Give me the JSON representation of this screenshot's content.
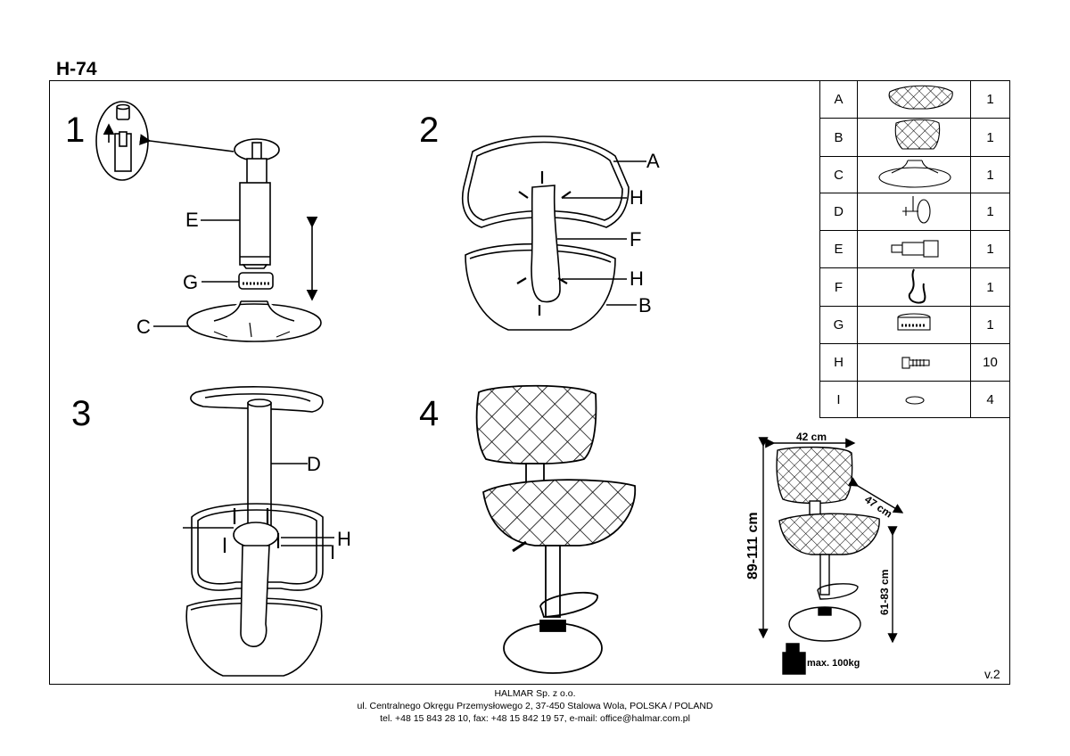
{
  "model": "H-74",
  "version": "v.2",
  "steps": [
    "1",
    "2",
    "3",
    "4"
  ],
  "callouts": {
    "step1": {
      "e": "E",
      "g": "G",
      "c": "C"
    },
    "step2": {
      "a": "A",
      "h1": "H",
      "f": "F",
      "h2": "H",
      "b": "B"
    },
    "step3": {
      "d": "D",
      "h": "H",
      "i": "I"
    }
  },
  "parts": [
    {
      "letter": "A",
      "icon": "seat-icon",
      "qty": "1"
    },
    {
      "letter": "B",
      "icon": "backrest-icon",
      "qty": "1"
    },
    {
      "letter": "C",
      "icon": "base-icon",
      "qty": "1"
    },
    {
      "letter": "D",
      "icon": "footrest-icon",
      "qty": "1"
    },
    {
      "letter": "E",
      "icon": "gas-lift-icon",
      "qty": "1"
    },
    {
      "letter": "F",
      "icon": "back-bracket-icon",
      "qty": "1"
    },
    {
      "letter": "G",
      "icon": "cover-ring-icon",
      "qty": "1"
    },
    {
      "letter": "H",
      "icon": "screw-icon",
      "qty": "10"
    },
    {
      "letter": "I",
      "icon": "washer-icon",
      "qty": "4"
    }
  ],
  "dimensions": {
    "width": "42 cm",
    "depth": "47 cm",
    "total_height": "89-111 cm",
    "seat_height": "61-83 cm",
    "max_load": "max. 100kg"
  },
  "footer": {
    "company": "HALMAR Sp. z o.o.",
    "address": "ul. Centralnego Okręgu Przemysłowego 2, 37-450 Stalowa Wola, POLSKA / POLAND",
    "contact": "tel. +48 15 843 28 10, fax: +48 15 842 19 57, e-mail: office@halmar.com.pl"
  }
}
